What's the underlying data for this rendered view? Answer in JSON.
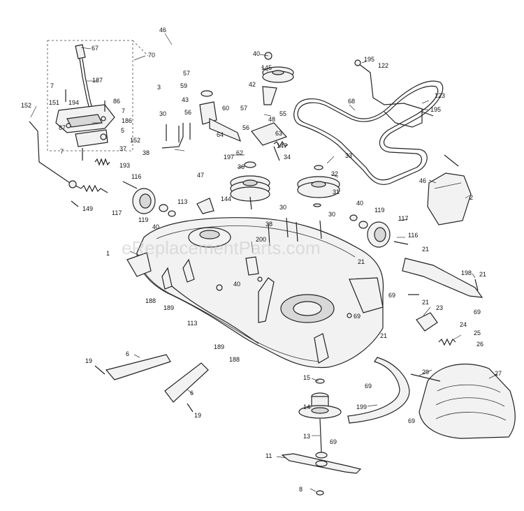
{
  "watermark": "eReplacementParts.com",
  "callouts": [
    "46",
    "67",
    "70",
    "40",
    "195",
    "122",
    "145",
    "3",
    "57",
    "42",
    "59",
    "68",
    "123",
    "187",
    "7",
    "86",
    "194",
    "151",
    "43",
    "60",
    "195",
    "152",
    "7",
    "186",
    "56",
    "55",
    "5",
    "87",
    "30",
    "57",
    "48",
    "64",
    "56",
    "63",
    "152",
    "37",
    "62",
    "147",
    "7",
    "33",
    "193",
    "197",
    "38",
    "36",
    "32",
    "34",
    "46",
    "116",
    "47",
    "31",
    "2",
    "113",
    "144",
    "117",
    "149",
    "119",
    "30",
    "40",
    "40",
    "119",
    "38",
    "30",
    "117",
    "116",
    "200",
    "1",
    "21",
    "198",
    "21",
    "40",
    "21",
    "69",
    "188",
    "189",
    "21",
    "23",
    "69",
    "113",
    "69",
    "24",
    "25",
    "189",
    "188",
    "21",
    "26",
    "6",
    "19",
    "29",
    "27",
    "15",
    "69",
    "6",
    "14",
    "199",
    "19",
    "69",
    "13",
    "69",
    "11",
    "8"
  ]
}
